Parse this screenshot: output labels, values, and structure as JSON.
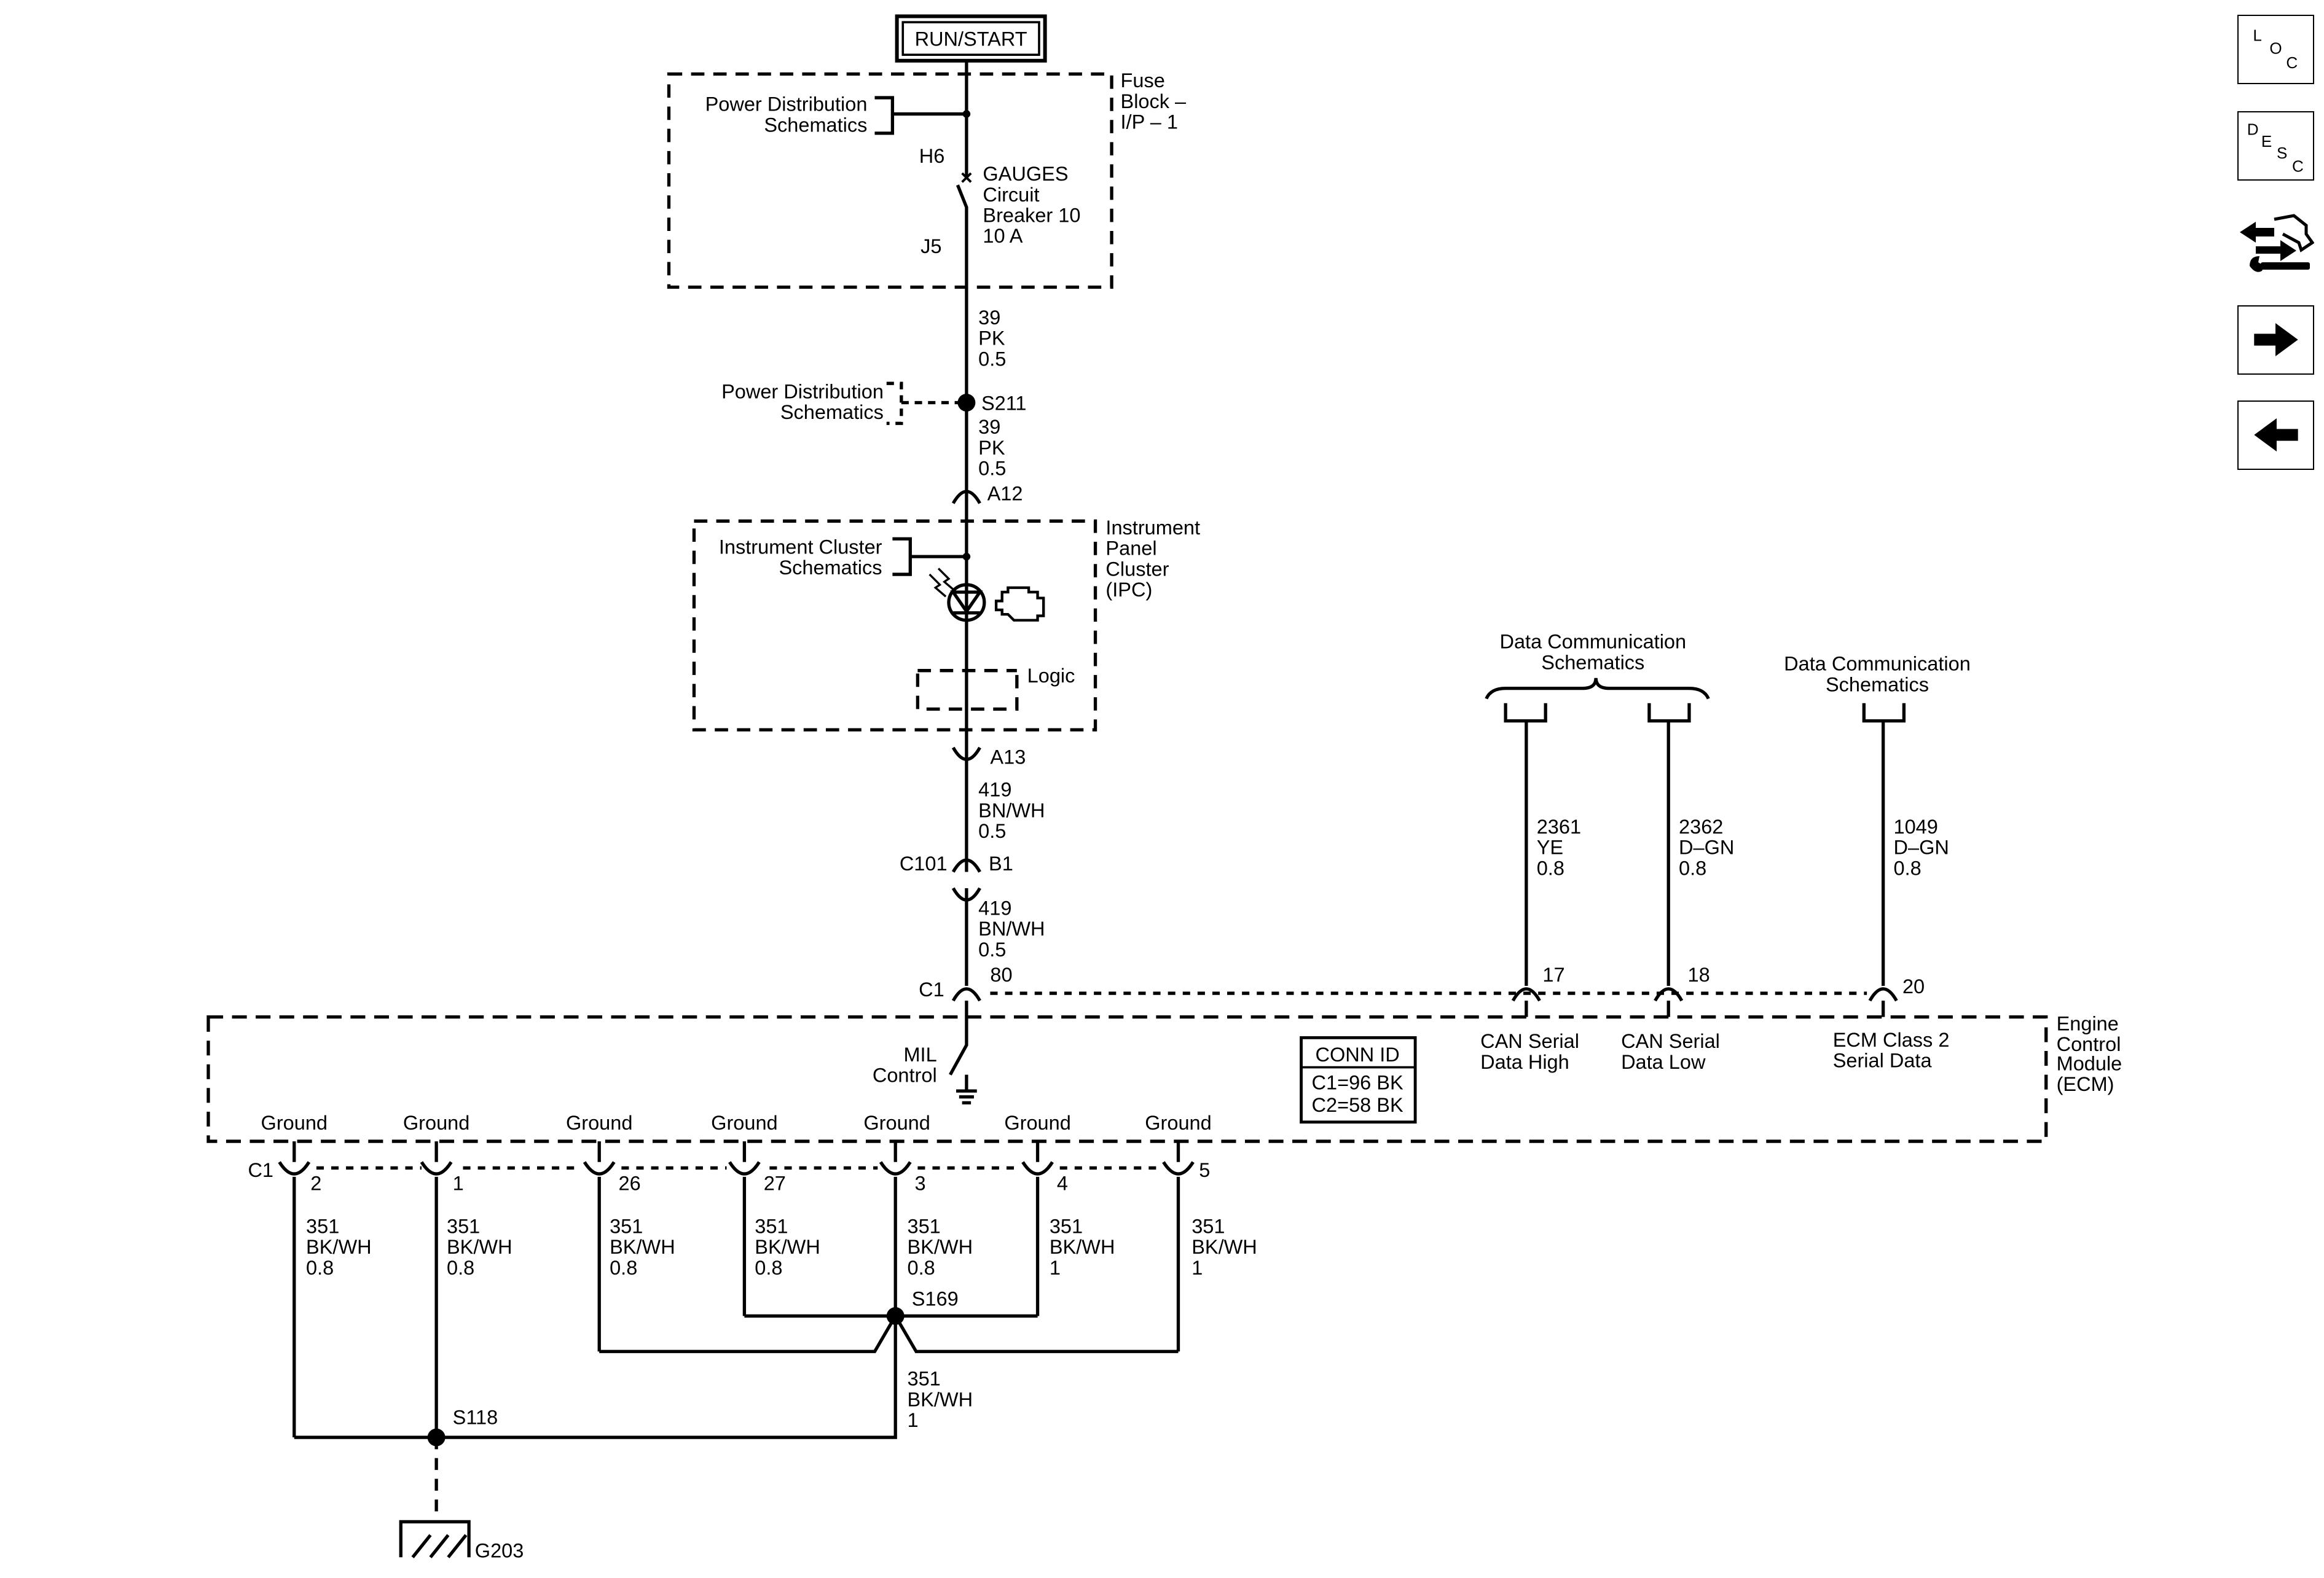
{
  "supply": "RUN/START",
  "fuse_block": {
    "label": [
      "Fuse",
      "Block –",
      "I/P – 1"
    ],
    "ref": [
      "Power Distribution",
      "Schematics"
    ],
    "pin_in": "H6",
    "pin_out": "J5",
    "breaker": [
      "GAUGES",
      "Circuit",
      "Breaker 10",
      "10 A"
    ]
  },
  "wire_39_a": [
    "39",
    "PK",
    "0.5"
  ],
  "splice_s211": {
    "id": "S211",
    "ref": [
      "Power Distribution",
      "Schematics"
    ]
  },
  "wire_39_b": [
    "39",
    "PK",
    "0.5"
  ],
  "ipc": {
    "label": [
      "Instrument",
      "Panel",
      "Cluster",
      "(IPC)"
    ],
    "ref": [
      "Instrument Cluster",
      "Schematics"
    ],
    "pin_in": "A12",
    "pin_out": "A13",
    "logic": "Logic"
  },
  "wire_419_a": [
    "419",
    "BN/WH",
    "0.5"
  ],
  "inline_connector": {
    "id": "C101",
    "pin": "B1"
  },
  "wire_419_b": [
    "419",
    "BN/WH",
    "0.5"
  ],
  "ecm": {
    "label": [
      "Engine",
      "Control",
      "Module",
      "(ECM)"
    ],
    "connector": "C1",
    "pin_mil": "80",
    "mil": [
      "MIL",
      "Control"
    ],
    "conn_id": {
      "title": "CONN ID",
      "lines": [
        "C1=96 BK",
        "C2=58 BK"
      ]
    },
    "data_pins": [
      {
        "pin": "17",
        "label": [
          "CAN Serial",
          "Data High"
        ],
        "wire": [
          "2361",
          "YE",
          "0.8"
        ]
      },
      {
        "pin": "18",
        "label": [
          "CAN Serial",
          "Data Low"
        ],
        "wire": [
          "2362",
          "D–GN",
          "0.8"
        ]
      },
      {
        "pin": "20",
        "label": [
          "ECM Class 2",
          "Serial Data"
        ],
        "wire": [
          "1049",
          "D–GN",
          "0.8"
        ]
      }
    ],
    "ground_label": "Ground",
    "grounds": [
      {
        "pin": "2",
        "wire": [
          "351",
          "BK/WH",
          "0.8"
        ]
      },
      {
        "pin": "1",
        "wire": [
          "351",
          "BK/WH",
          "0.8"
        ]
      },
      {
        "pin": "26",
        "wire": [
          "351",
          "BK/WH",
          "0.8"
        ]
      },
      {
        "pin": "27",
        "wire": [
          "351",
          "BK/WH",
          "0.8"
        ]
      },
      {
        "pin": "3",
        "wire": [
          "351",
          "BK/WH",
          "0.8"
        ]
      },
      {
        "pin": "4",
        "wire": [
          "351",
          "BK/WH",
          "1"
        ]
      },
      {
        "pin": "5",
        "wire": [
          "351",
          "BK/WH",
          "1"
        ]
      }
    ],
    "ground_connector": "C1"
  },
  "data_comm_ref_1": [
    "Data Communication",
    "Schematics"
  ],
  "data_comm_ref_2": [
    "Data Communication",
    "Schematics"
  ],
  "splice_s169": "S169",
  "wire_351_main": [
    "351",
    "BK/WH",
    "1"
  ],
  "splice_s118": "S118",
  "ground_point": "G203",
  "nav": {
    "loc": [
      "L",
      "O",
      "C"
    ],
    "desc": [
      "D",
      "E",
      "S",
      "C"
    ],
    "service_icon": "wrench-arrows-icon",
    "next_icon": "arrow-right-icon",
    "prev_icon": "arrow-left-icon"
  }
}
